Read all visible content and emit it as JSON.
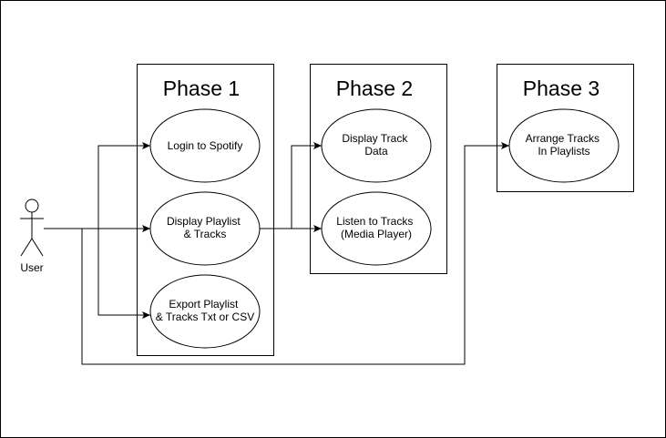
{
  "actor": {
    "label": "User"
  },
  "phases": [
    {
      "title": "Phase 1"
    },
    {
      "title": "Phase 2"
    },
    {
      "title": "Phase 3"
    }
  ],
  "use_cases": {
    "login": {
      "lines": [
        "Login to Spotify"
      ]
    },
    "display_playlist": {
      "lines": [
        "Display Playlist",
        "& Tracks"
      ]
    },
    "export_playlist": {
      "lines": [
        "Export Playlist",
        "& Tracks Txt or CSV"
      ]
    },
    "display_track_data": {
      "lines": [
        "Display Track",
        "Data"
      ]
    },
    "listen_tracks": {
      "lines": [
        "Listen to Tracks",
        "(Media Player)"
      ]
    },
    "arrange_tracks": {
      "lines": [
        "Arrange Tracks",
        "In Playlists"
      ]
    }
  }
}
